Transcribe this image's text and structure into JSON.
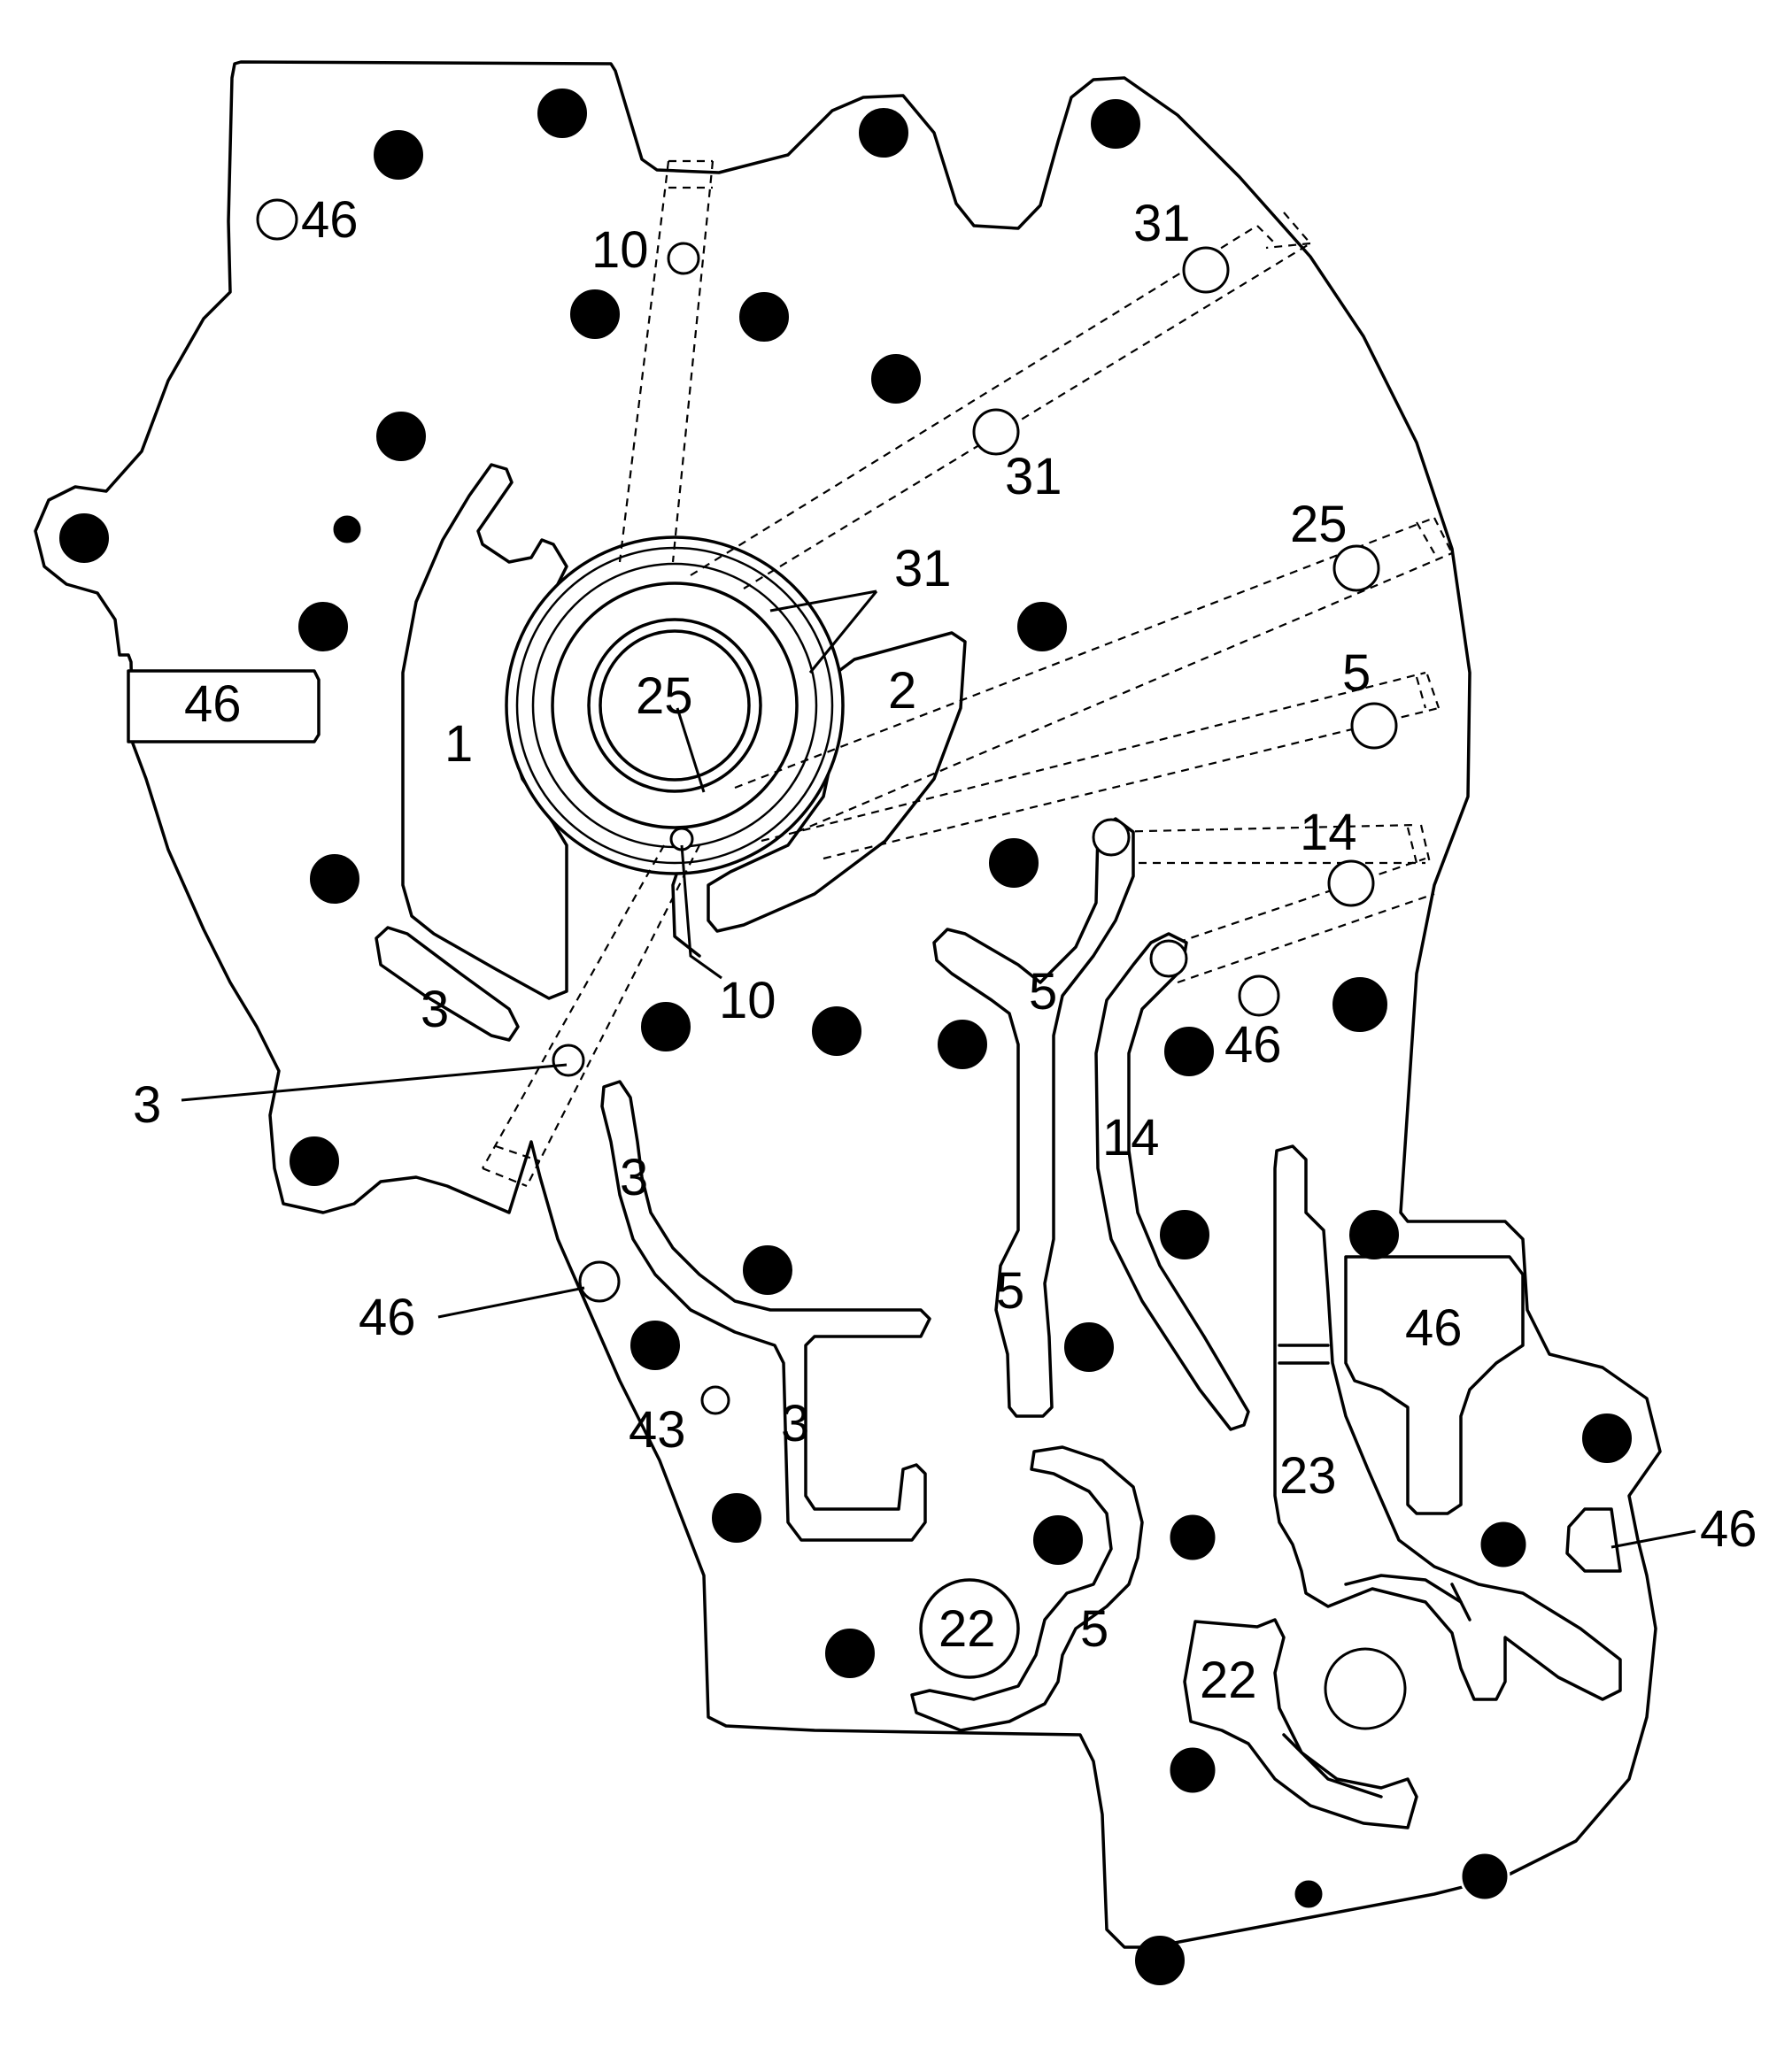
{
  "diagram": {
    "labels": [
      "46",
      "10",
      "31",
      "31",
      "25",
      "31",
      "5",
      "25",
      "2",
      "1",
      "14",
      "46",
      "10",
      "3",
      "5",
      "46",
      "3",
      "14",
      "3",
      "5",
      "46",
      "46",
      "43",
      "3",
      "23",
      "46",
      "22",
      "5",
      "22"
    ]
  }
}
